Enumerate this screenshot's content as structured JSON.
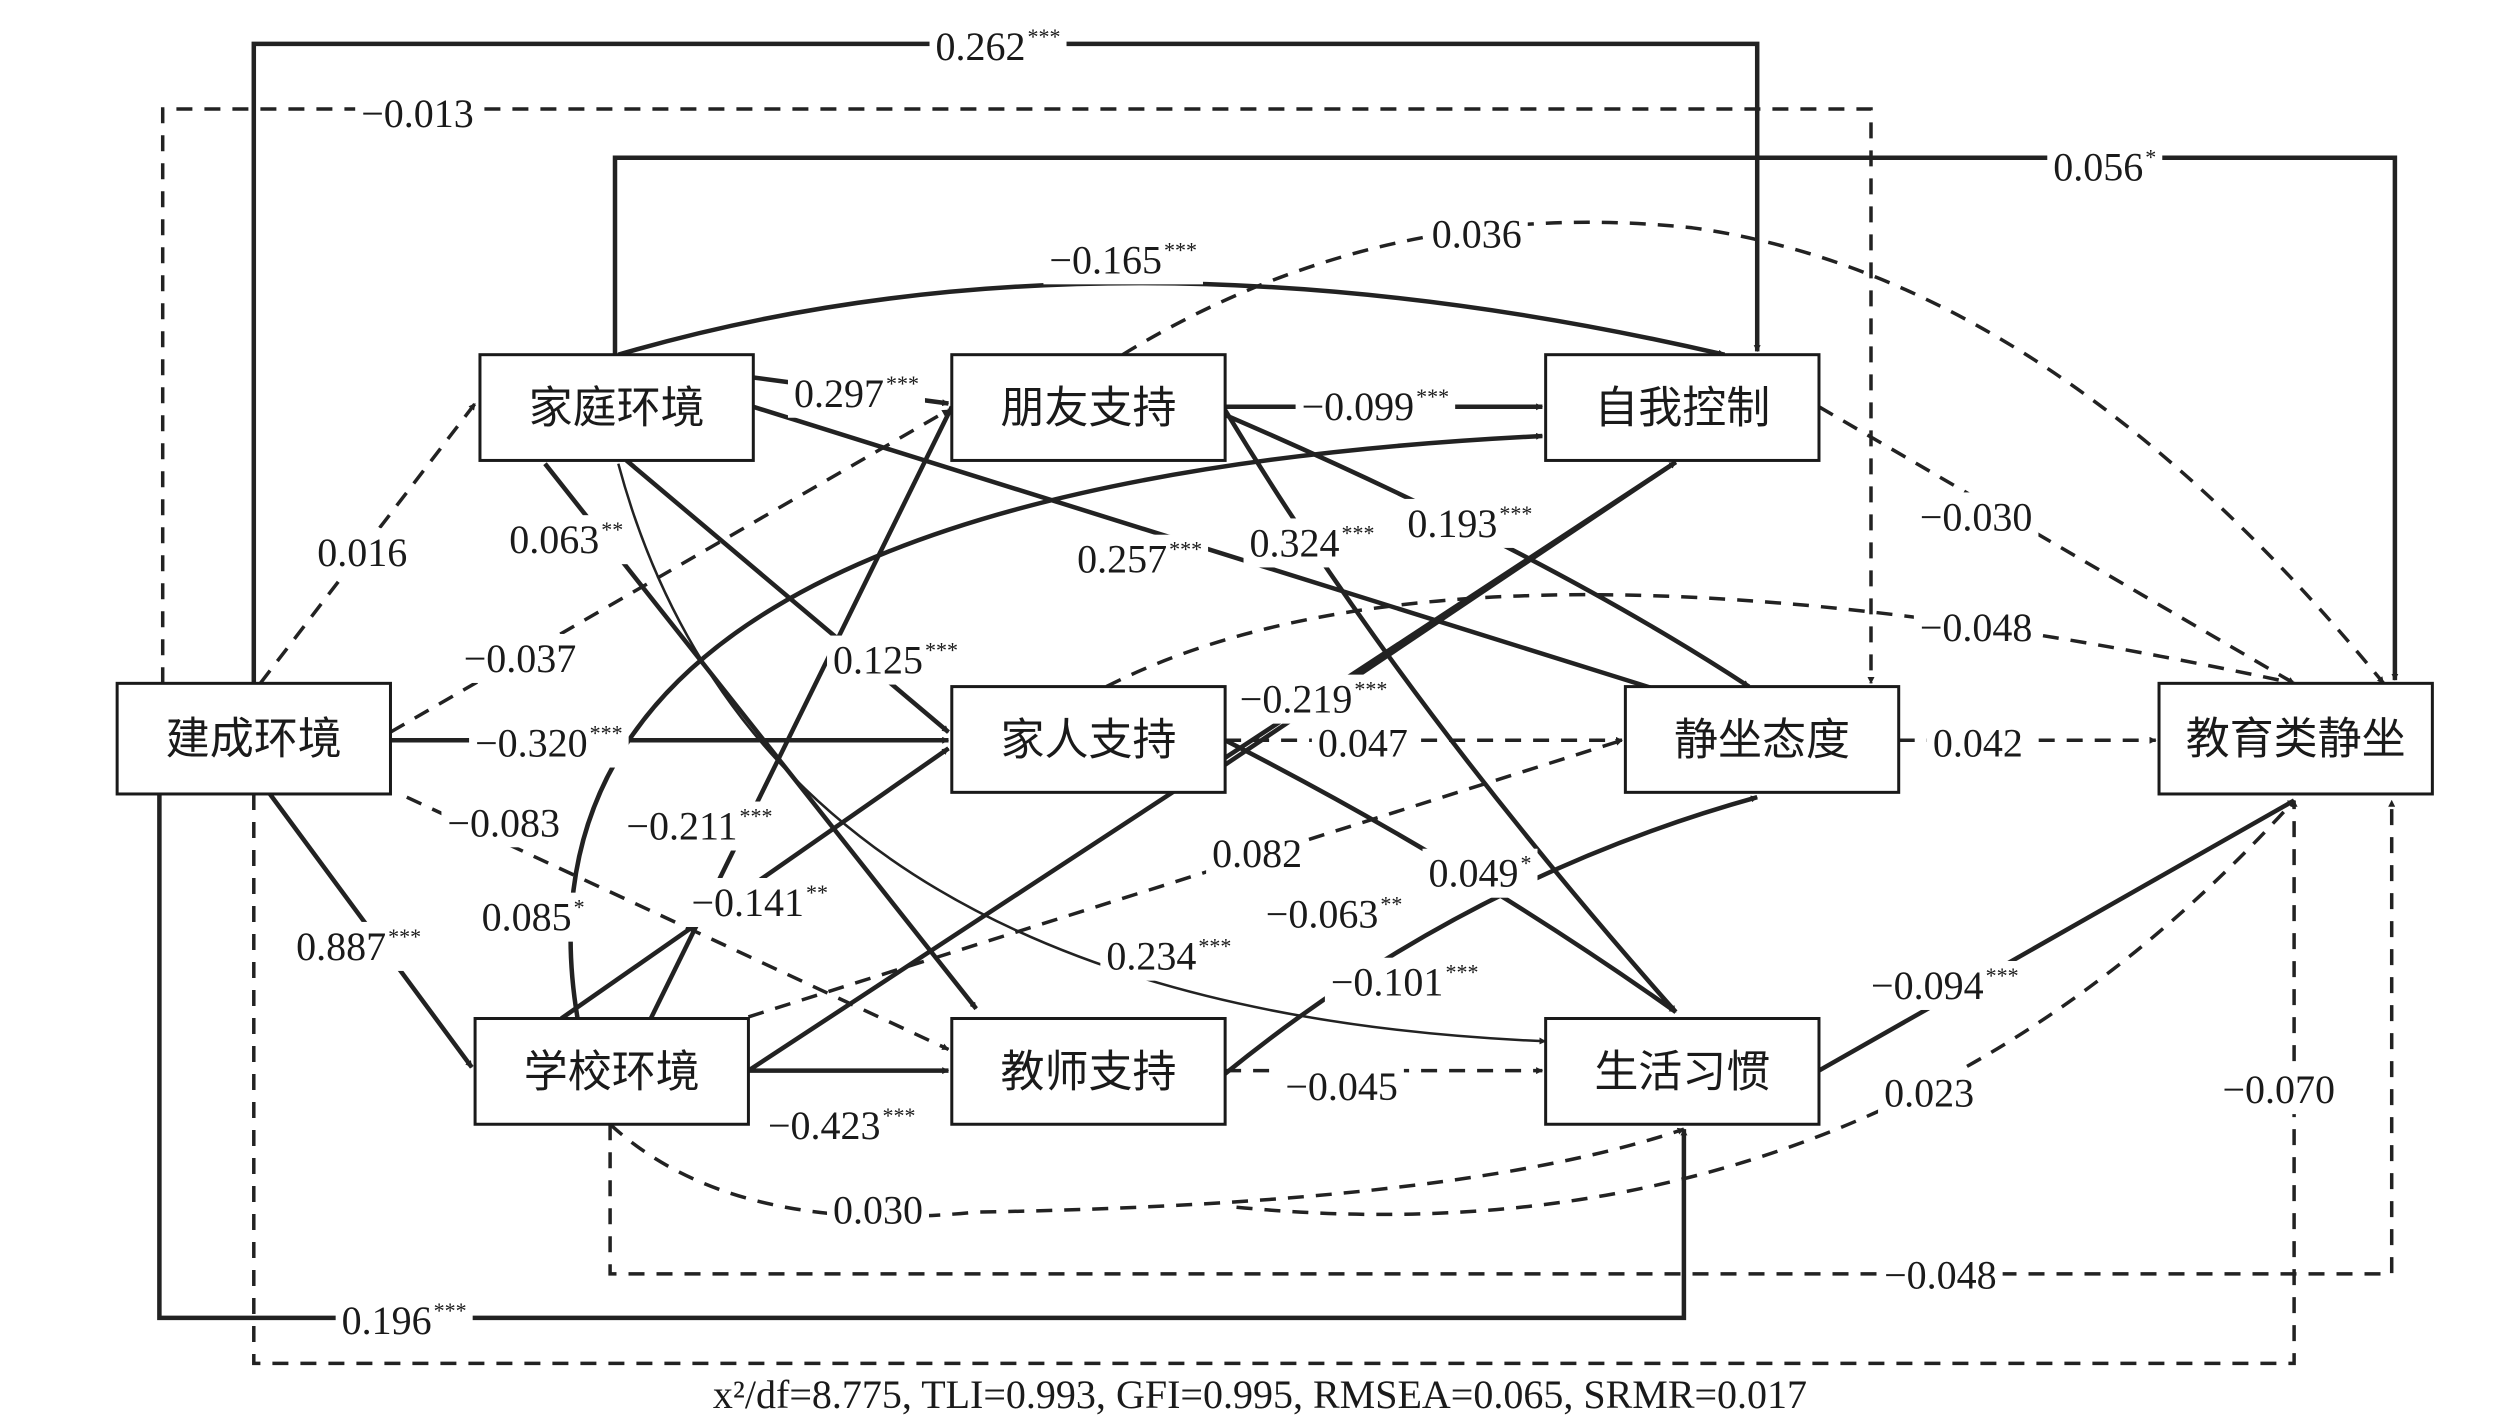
{
  "nodes": {
    "built_env": "建成环境",
    "family_env": "家庭环境",
    "school_env": "学校环境",
    "friend_support": "朋友支持",
    "family_support": "家人支持",
    "teacher_support": "教师支持",
    "self_control": "自我控制",
    "sedentary_attitude": "静坐态度",
    "living_habits": "生活习惯",
    "edu_sedentary": "教育类静坐"
  },
  "paths": [
    {
      "id": "p1",
      "from": "建成环境",
      "to": "自我控制",
      "coef": "0.262",
      "sig": "***",
      "style": "solid"
    },
    {
      "id": "p2",
      "from": "建成环境",
      "to": "静坐态度",
      "coef": "−0.013",
      "sig": "",
      "style": "dashed"
    },
    {
      "id": "p3",
      "from": "家庭环境",
      "to": "教育类静坐",
      "coef": "0.056",
      "sig": "*",
      "style": "solid"
    },
    {
      "id": "p4",
      "from": "朋友支持",
      "to": "教育类静坐",
      "coef": "0.036",
      "sig": "",
      "style": "dashed"
    },
    {
      "id": "p5",
      "from": "家庭环境",
      "to": "自我控制",
      "coef": "−0.165",
      "sig": "***",
      "style": "solid"
    },
    {
      "id": "p6",
      "from": "家庭环境",
      "to": "朋友支持",
      "coef": "0.297",
      "sig": "***",
      "style": "solid"
    },
    {
      "id": "p7",
      "from": "朋友支持",
      "to": "自我控制",
      "coef": "−0.099",
      "sig": "***",
      "style": "solid"
    },
    {
      "id": "p8",
      "from": "建成环境",
      "to": "家庭环境",
      "coef": "0.016",
      "sig": "",
      "style": "dashed"
    },
    {
      "id": "p9",
      "from": "家庭环境",
      "to": "学校环境",
      "coef": "0.063",
      "sig": "**",
      "style": "solid"
    },
    {
      "id": "p10",
      "from": "家庭环境",
      "to": "静坐态度",
      "coef": "0.257",
      "sig": "***",
      "style": "solid"
    },
    {
      "id": "p11",
      "from": "朋友支持",
      "to": "生活习惯",
      "coef": "0.324",
      "sig": "***",
      "style": "solid"
    },
    {
      "id": "p12",
      "from": "朋友支持",
      "to": "静坐态度",
      "coef": "0.193",
      "sig": "***",
      "style": "solid"
    },
    {
      "id": "p13",
      "from": "自我控制",
      "to": "教育类静坐",
      "coef": "−0.030",
      "sig": "",
      "style": "dashed"
    },
    {
      "id": "p14",
      "from": "建成环境",
      "to": "朋友支持",
      "coef": "−0.037",
      "sig": "",
      "style": "dashed"
    },
    {
      "id": "p15",
      "from": "家庭环境",
      "to": "家人支持",
      "coef": "0.125",
      "sig": "***",
      "style": "solid"
    },
    {
      "id": "p16",
      "from": "家人支持",
      "to": "教育类静坐",
      "coef": "−0.048",
      "sig": "",
      "style": "dashed"
    },
    {
      "id": "p17",
      "from": "教师支持",
      "to": "自我控制",
      "coef": "−0.219",
      "sig": "***",
      "style": "solid"
    },
    {
      "id": "p18",
      "from": "建成环境",
      "to": "家人支持",
      "coef": "−0.320",
      "sig": "***",
      "style": "solid"
    },
    {
      "id": "p19",
      "from": "家人支持",
      "to": "静坐态度",
      "coef": "0.047",
      "sig": "",
      "style": "dashed"
    },
    {
      "id": "p20",
      "from": "静坐态度",
      "to": "教育类静坐",
      "coef": "0.042",
      "sig": "",
      "style": "dashed"
    },
    {
      "id": "p21",
      "from": "建成环境",
      "to": "教师支持",
      "coef": "−0.083",
      "sig": "",
      "style": "dashed"
    },
    {
      "id": "p22",
      "from": "学校环境",
      "to": "朋友支持",
      "coef": "−0.211",
      "sig": "***",
      "style": "solid"
    },
    {
      "id": "p23",
      "from": "学校环境",
      "to": "静坐态度",
      "coef": "0.082",
      "sig": "",
      "style": "dashed"
    },
    {
      "id": "p24",
      "from": "家人支持",
      "to": "生活习惯",
      "coef": "0.049",
      "sig": "*",
      "style": "solid"
    },
    {
      "id": "p25",
      "from": "学校环境",
      "to": "自我控制",
      "coef": "0.085",
      "sig": "*",
      "style": "solid"
    },
    {
      "id": "p26",
      "from": "学校环境",
      "to": "家人支持",
      "coef": "−0.141",
      "sig": "**",
      "style": "solid"
    },
    {
      "id": "p27",
      "from": "教师支持",
      "to": "静坐态度",
      "coef": "−0.063",
      "sig": "**",
      "style": "solid"
    },
    {
      "id": "p28",
      "from": "建成环境",
      "to": "学校环境",
      "coef": "0.887",
      "sig": "***",
      "style": "solid"
    },
    {
      "id": "p29",
      "from": "家庭环境",
      "to": "生活习惯",
      "coef": "0.234",
      "sig": "***",
      "style": "thin"
    },
    {
      "id": "p30",
      "from": "学校环境",
      "to": "生活习惯",
      "coef": "−0.101",
      "sig": "***",
      "style": "solid"
    },
    {
      "id": "p31",
      "from": "生活习惯",
      "to": "教育类静坐",
      "coef": "−0.094",
      "sig": "***",
      "style": "solid"
    },
    {
      "id": "p32",
      "from": "学校环境",
      "to": "教师支持",
      "coef": "−0.423",
      "sig": "***",
      "style": "solid"
    },
    {
      "id": "p33",
      "from": "教师支持",
      "to": "生活习惯",
      "coef": "−0.045",
      "sig": "",
      "style": "dashed"
    },
    {
      "id": "p34",
      "from": "教师支持",
      "to": "教育类静坐",
      "coef": "0.023",
      "sig": "",
      "style": "dashed"
    },
    {
      "id": "p35",
      "from": "建成环境",
      "to": "教育类静坐",
      "coef": "−0.070",
      "sig": "",
      "style": "dashed"
    },
    {
      "id": "p36",
      "from": "学校环境",
      "to": "生活习惯",
      "coef": "0.030",
      "sig": "",
      "style": "dashed"
    },
    {
      "id": "p37",
      "from": "学校环境",
      "to": "教育类静坐",
      "coef": "−0.048",
      "sig": "",
      "style": "dashed"
    },
    {
      "id": "p38",
      "from": "建成环境",
      "to": "生活习惯",
      "coef": "0.196",
      "sig": "***",
      "style": "solid"
    }
  ],
  "fit_indices": {
    "chi_sq_df_label": "x²/df=8.775",
    "tli": "TLI=0.993",
    "gfi": "GFI=0.995",
    "rmsea": "RMSEA=0.065",
    "srmr": "SRMR=0.017"
  }
}
